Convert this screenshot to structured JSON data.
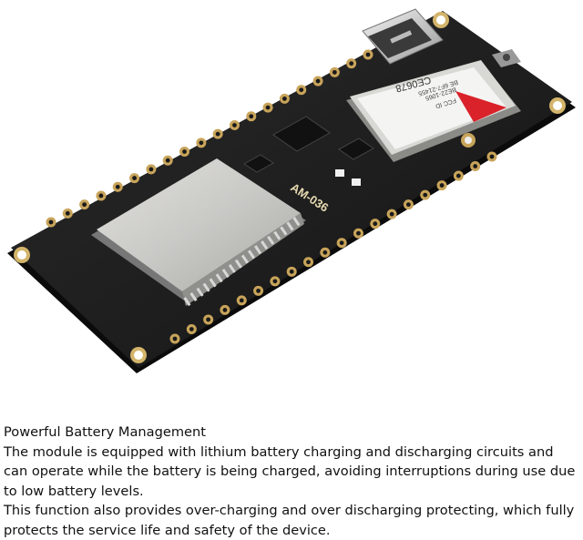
{
  "board": {
    "silkscreen_label": "AM-036",
    "module_marking_lines": [
      "CE0678",
      "FCC ID",
      "BE22-1065",
      "BE 6F7-21455"
    ],
    "colors": {
      "pcb": "#1b1b1b",
      "pcb_edge": "#0d0d0d",
      "pad_gold": "#c8a45a",
      "shield_silver": "#c9c9c6",
      "label_red": "#d9222a",
      "silkscreen": "#e6d9b0"
    }
  },
  "caption": {
    "title": "Powerful Battery Management",
    "paragraph_1": "The module is equipped with lithium battery charging and discharging circuits and can operate while the battery is being charged, avoiding interruptions during use due to low battery levels.",
    "paragraph_2": "This function also provides over-charging and over discharging protecting, which fully protects the service life and safety of the device."
  }
}
